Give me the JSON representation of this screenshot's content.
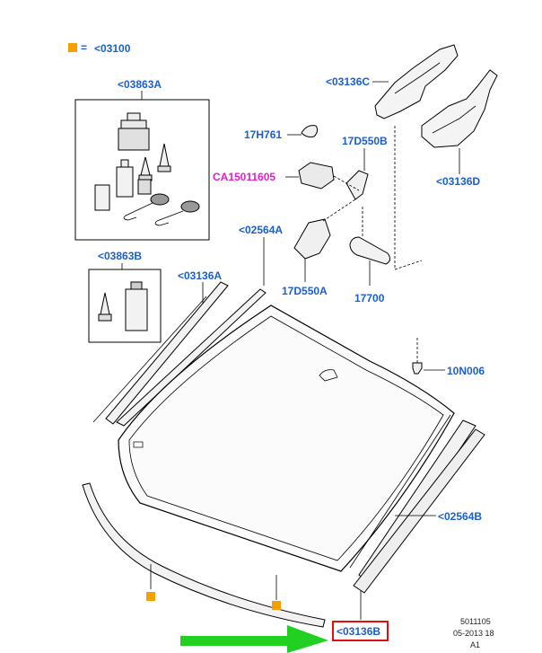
{
  "legend": {
    "symbol_color": "#f5a000",
    "equals": "=",
    "code": "<03100"
  },
  "labels": {
    "kit_a": "<03863A",
    "kit_b": "<03863B",
    "moulding_left": "<03136A",
    "seal_left": "<02564A",
    "trim_top": "<03136C",
    "trim_lower": "<03136D",
    "sensor_cover": "17H761",
    "bracket_right": "17D550B",
    "bracket_left": "17D550A",
    "module": "CA15011605",
    "mirror": "17700",
    "clip": "10N006",
    "seal_right": "<02564B",
    "moulding_bottom": "<03136B"
  },
  "footer": {
    "code": "5011105",
    "date": "05-2013 18",
    "rev": "A1"
  },
  "colors": {
    "label_blue": "#1a5fd0",
    "label_magenta": "#e020c8",
    "highlight_box": "#e01010",
    "arrow_green": "#22d022",
    "legend_orange": "#f5a000"
  }
}
